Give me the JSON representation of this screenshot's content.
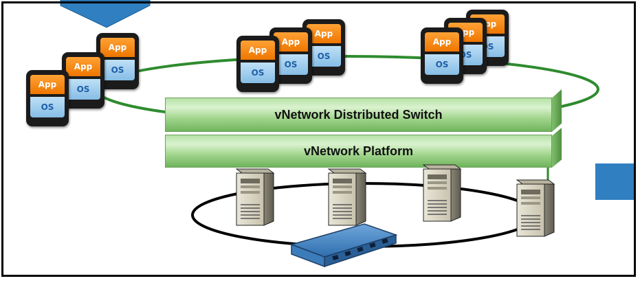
{
  "diagram": {
    "layers": {
      "distributed_switch_label": "vNetwork Distributed Switch",
      "platform_label": "vNetwork Platform"
    },
    "vm_labels": {
      "app": "App",
      "os": "OS"
    },
    "colors": {
      "app": "#f18a1c",
      "os": "#9fcdef",
      "switch_bar": "#b6e2a8",
      "network_ring": "#2e8b2e",
      "physical_ring": "#000000",
      "arrow": "#2f7fc1",
      "hardware_switch": "#2f6fae"
    },
    "icons": [
      "down-arrow-icon",
      "server-icon",
      "network-switch-icon",
      "blue-square-icon"
    ]
  }
}
